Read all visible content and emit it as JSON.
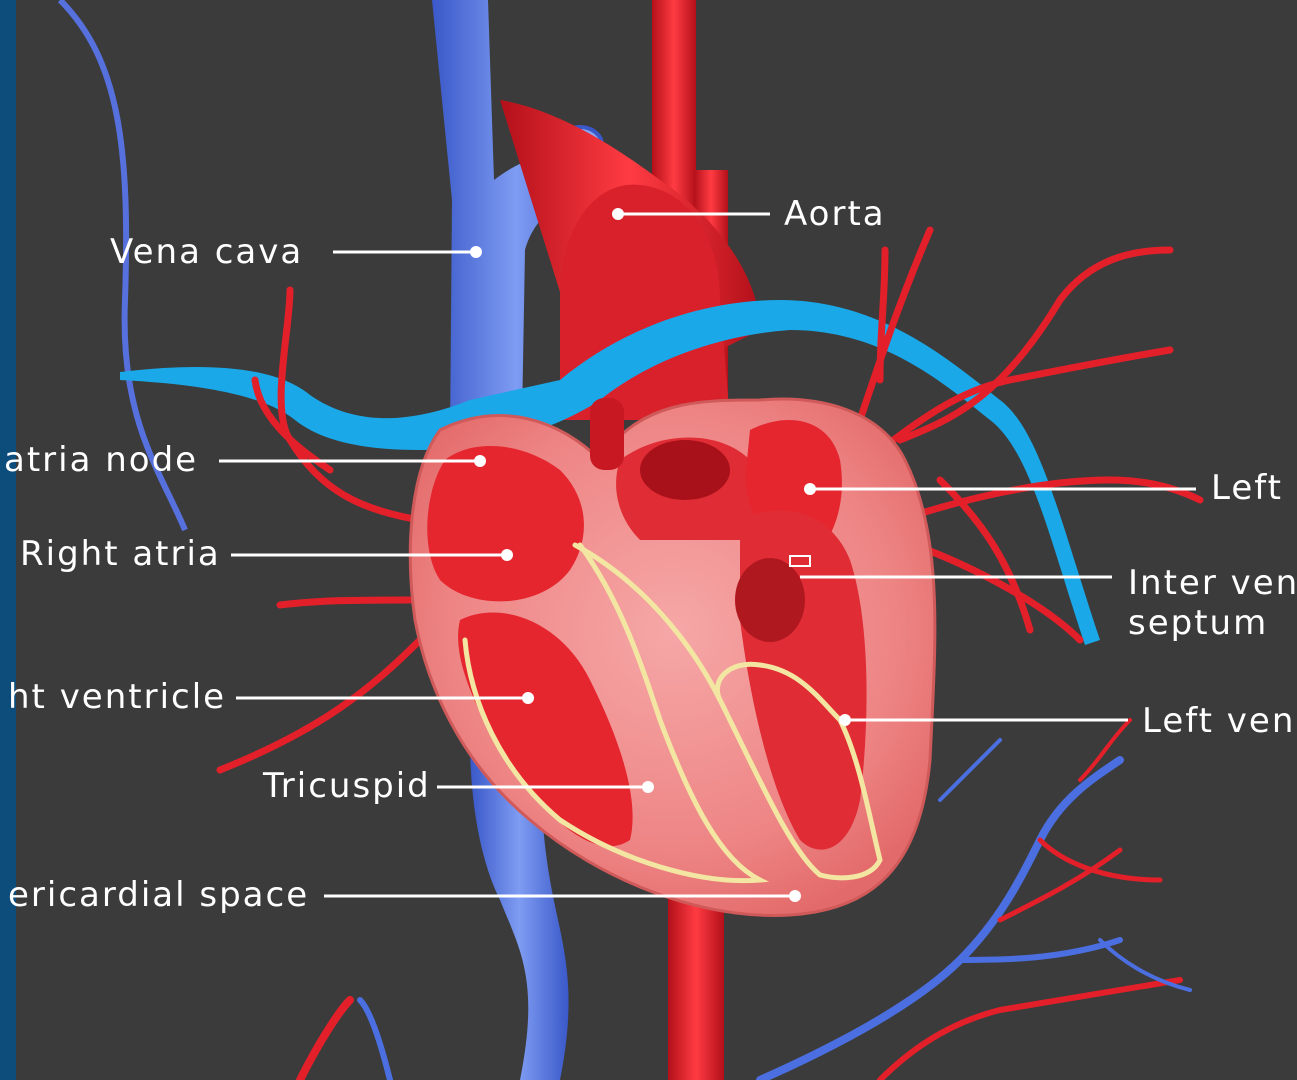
{
  "diagram": {
    "colors": {
      "background": "#3b3b3b",
      "side_bar": "#0d4d7c",
      "artery": "#e3202a",
      "vein": "#4b6fe0",
      "pulmonary": "#1aa8e8",
      "tissue": "#f08c8c",
      "conduction": "#f3e6a2",
      "label": "#ffffff"
    },
    "labels": {
      "aorta": "Aorta",
      "vena_cava": "Vena cava",
      "atria_node": "atria node",
      "right_atria": "Right atria",
      "right_ventricle": "ht ventricle",
      "tricuspid": "Tricuspid",
      "pericardial_space": "ericardial space",
      "left": "Left",
      "inter_ventricular_septum": "Inter ven\nseptum",
      "left_ventricle": "Left ven"
    }
  }
}
